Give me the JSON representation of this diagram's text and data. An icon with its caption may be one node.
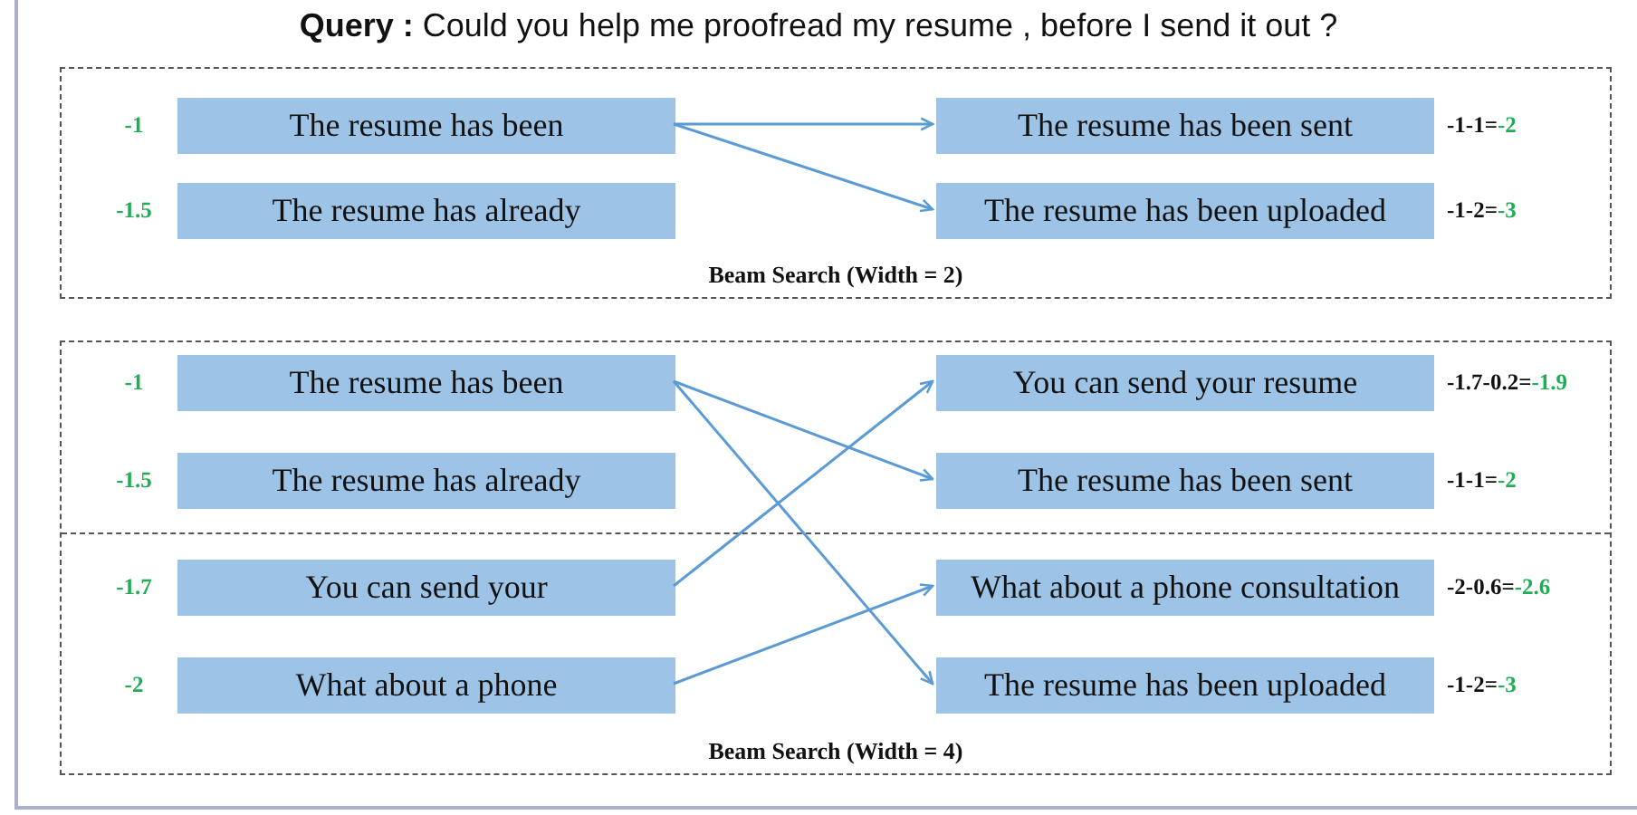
{
  "diagram": {
    "title": "**Query :** Could you help me proofread my resume , before I send it out ?",
    "nodes": [
      {
        "text": [
          "Beam Search (Width = 2)"
        ]
      },
      {
        "text": [
          "The resume has been"
        ],
        "in": 0,
        "beside": [
          "-1"
        ]
      },
      {
        "text": [
          "The resume has been sent"
        ],
        "in": 0,
        "beside": [
          "-1-1=-2"
        ]
      },
      {
        "text": [
          "The resume has already"
        ],
        "in": 0,
        "beside": [
          "-1.5"
        ]
      },
      {
        "text": [
          "The resume has been uploaded"
        ],
        "in": 0,
        "beside": [
          "-1-2=-3"
        ]
      },
      {
        "text": [
          "Beam Search (Width = 4)"
        ]
      },
      {
        "text": [
          "The resume has been"
        ],
        "in": 5,
        "beside": [
          "-1"
        ]
      },
      {
        "text": [
          "You can send your resume"
        ],
        "in": 5,
        "beside": [
          "-1.7-0.2=-1.9"
        ]
      },
      {
        "text": [
          "The resume has already"
        ],
        "in": 5,
        "beside": [
          "-1.5"
        ]
      },
      {
        "text": [
          "The resume has been sent"
        ],
        "in": 5,
        "beside": [
          "-1-1=-2"
        ]
      },
      {
        "text": [
          "You can send your"
        ],
        "in": 5,
        "beside": [
          "-1.7"
        ]
      },
      {
        "text": [
          "What about a phone consultation"
        ],
        "in": 5,
        "beside": [
          "-2-0.6=-2.6"
        ]
      },
      {
        "text": [
          "What about a phone"
        ],
        "in": 5,
        "beside": [
          "-2"
        ]
      },
      {
        "text": [
          "The resume has been uploaded"
        ],
        "in": 5,
        "beside": [
          "-1-2=-3"
        ]
      }
    ],
    "edges": [
      {
        "from": 1,
        "to": 2,
        "arrow": "to"
      },
      {
        "from": 1,
        "to": 4,
        "arrow": "to"
      },
      {
        "from": 6,
        "to": 9,
        "arrow": "to"
      },
      {
        "from": 6,
        "to": 13,
        "arrow": "to"
      },
      {
        "from": 10,
        "to": 7,
        "arrow": "to"
      },
      {
        "from": 12,
        "to": 11,
        "arrow": "to"
      }
    ]
  }
}
